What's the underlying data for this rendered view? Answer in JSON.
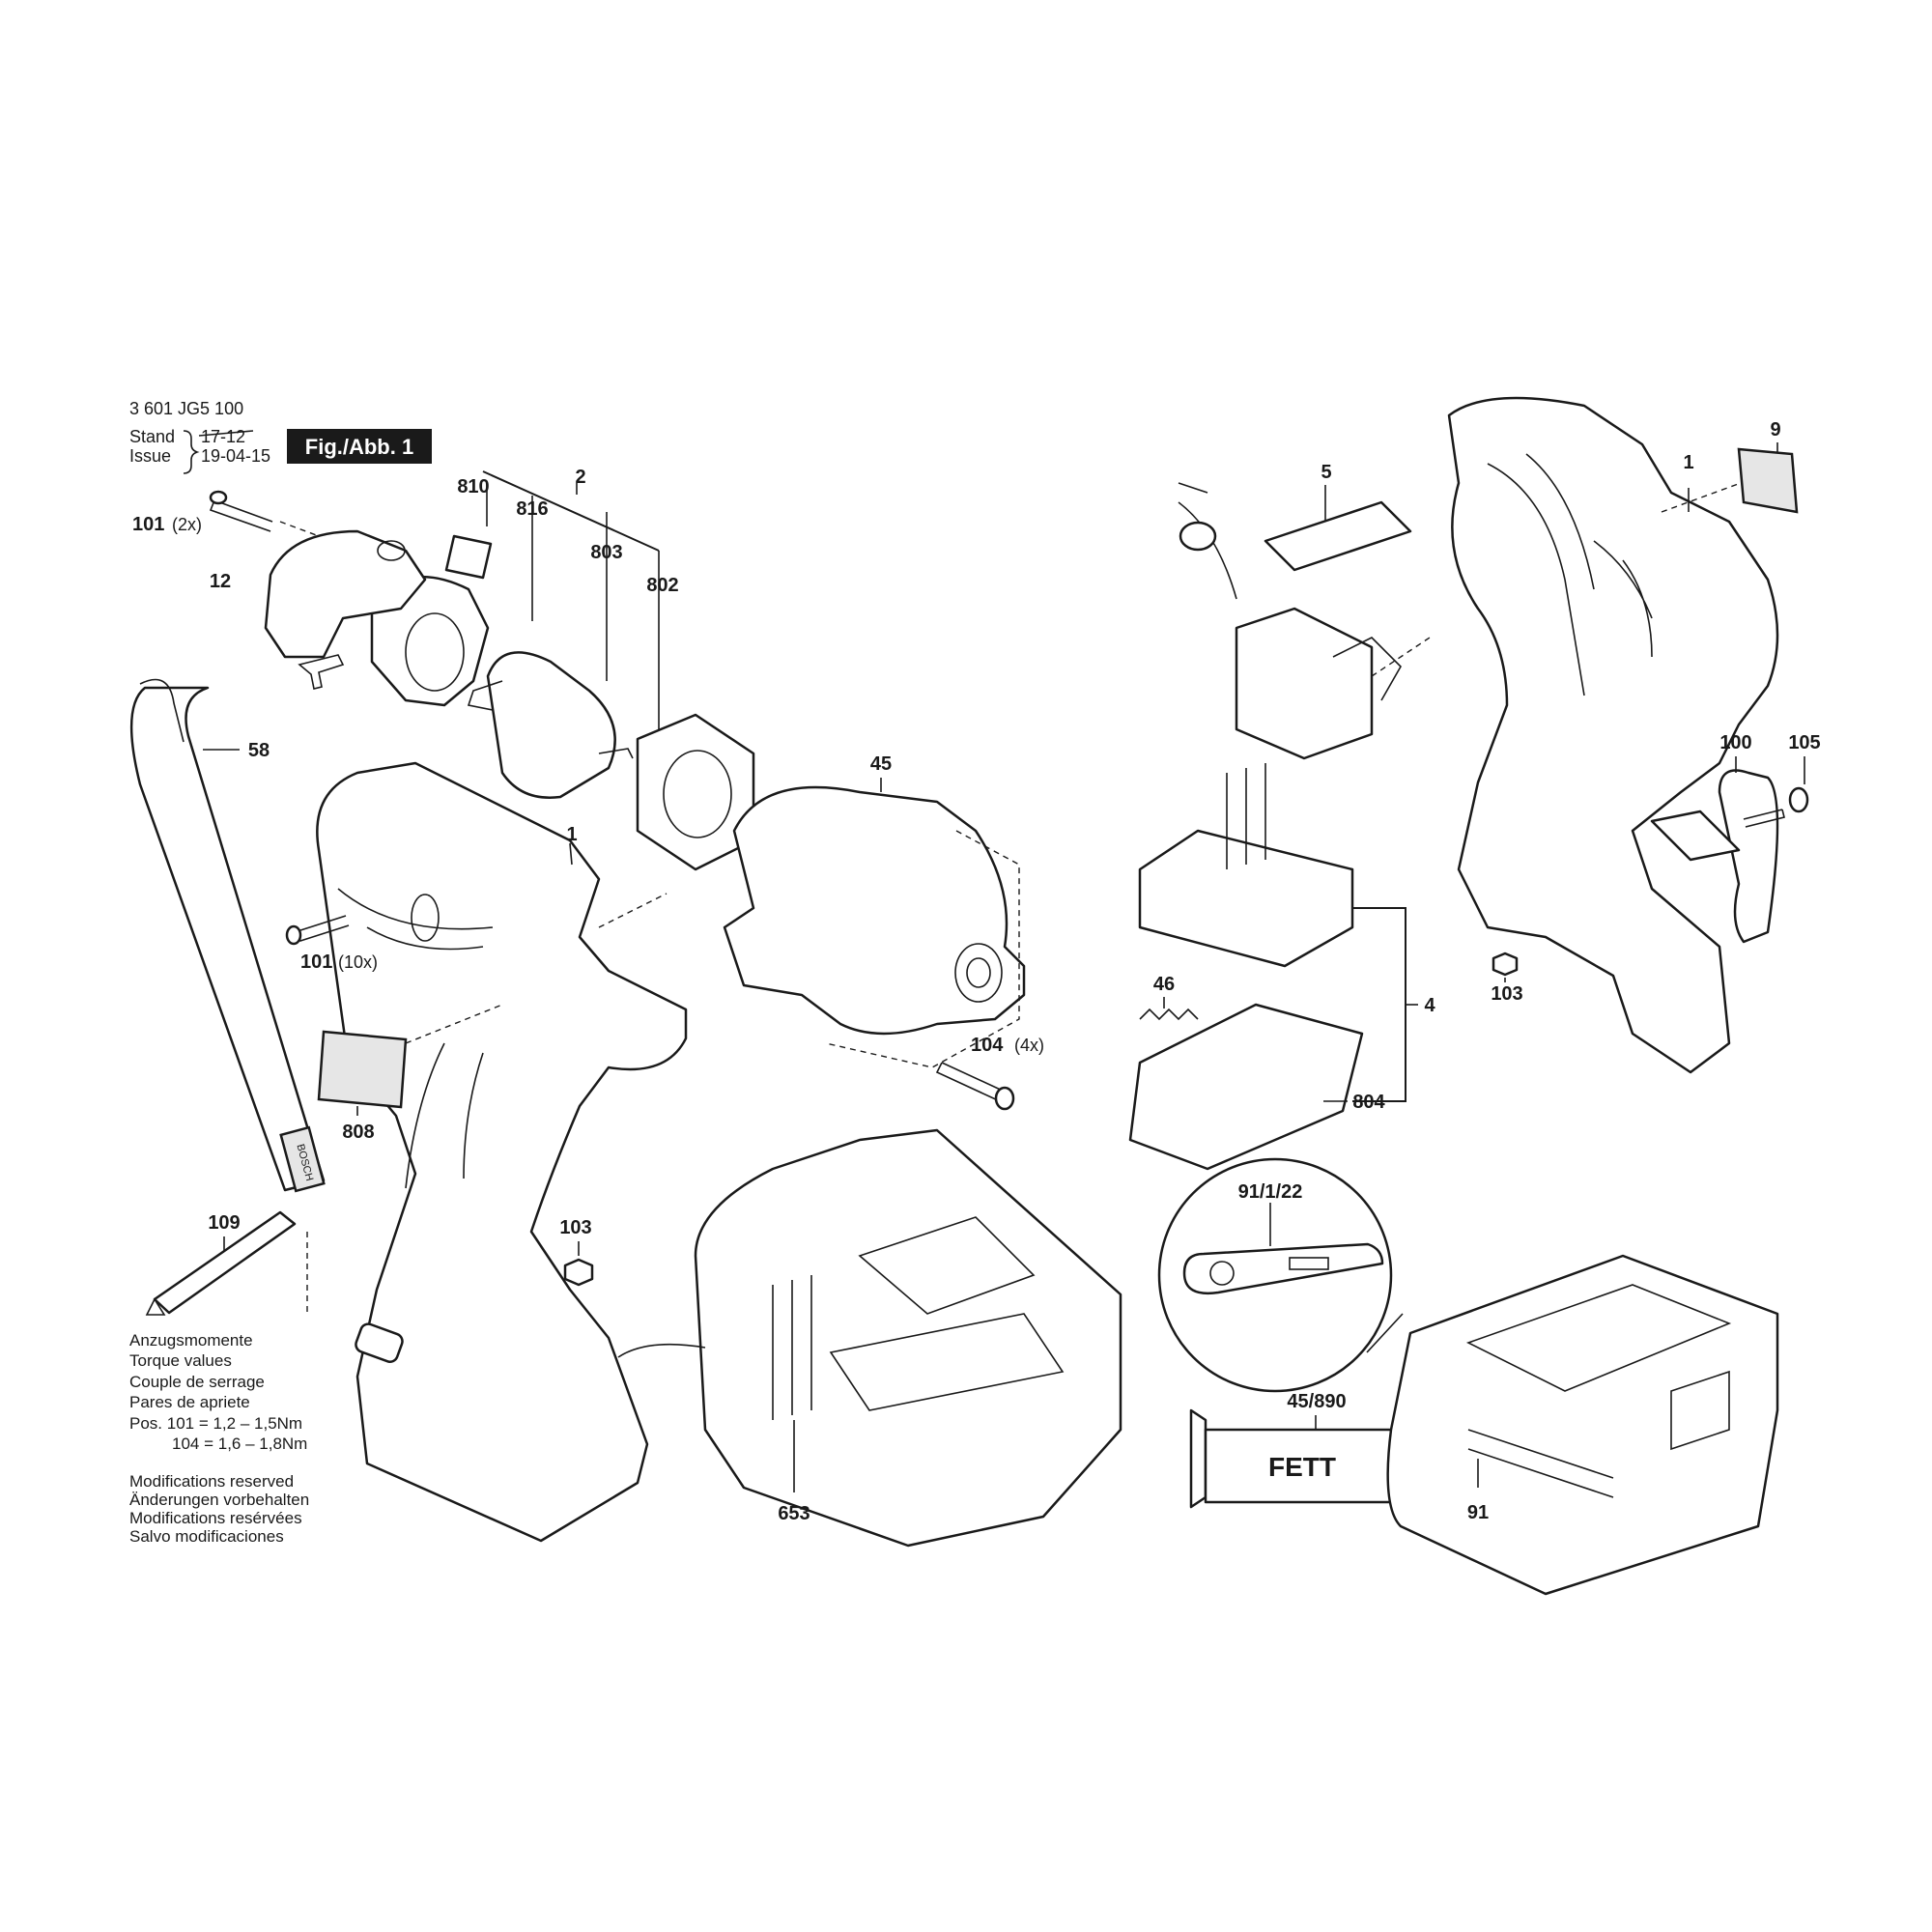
{
  "header": {
    "part_number": "3 601 JG5 100",
    "stand_label": "Stand",
    "issue_label": "Issue",
    "stand_value_struck": "17-12",
    "issue_value": "19-04-15",
    "figure_badge": "Fig./Abb. 1"
  },
  "callouts": {
    "p810": "810",
    "p2": "2",
    "p816": "816",
    "p803": "803",
    "p802": "802",
    "p101a": "101",
    "p101a_qty": "(2x)",
    "p12": "12",
    "p58": "58",
    "p45": "45",
    "p1_left": "1",
    "p101b": "101",
    "p101b_qty": "(10x)",
    "p808": "808",
    "p104": "104",
    "p104_qty": "(4x)",
    "p109": "109",
    "p103_left": "103",
    "p653": "653",
    "p5": "5",
    "p9": "9",
    "p1_right": "1",
    "p100": "100",
    "p105": "105",
    "p46": "46",
    "p4": "4",
    "p103_right": "103",
    "p804": "804",
    "p91_1_22": "91/1/22",
    "p45_890": "45/890",
    "fett": "FETT",
    "p91": "91"
  },
  "torque": {
    "lines": [
      "Anzugsmomente",
      "Torque values",
      "Couple de serrage",
      "Pares de apriete"
    ],
    "row1": "Pos. 101  = 1,2 – 1,5Nm",
    "row2": "104  = 1,6 – 1,8Nm"
  },
  "modifications": [
    "Modifications reserved",
    "Änderungen vorbehalten",
    "Modifications resérvées",
    "Salvo modificaciones"
  ],
  "strap_print": "BOSCH"
}
